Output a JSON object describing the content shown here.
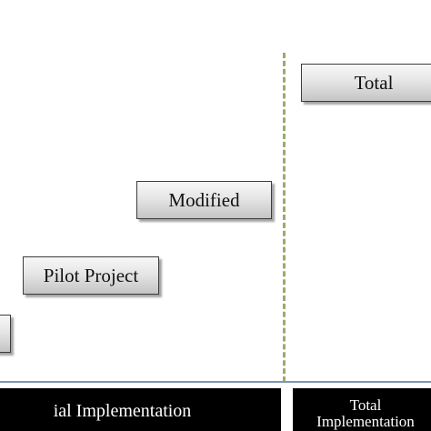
{
  "stages": {
    "pilot_label": "Pilot Project",
    "modified_label": "Modified",
    "total_label": "Total"
  },
  "phases": {
    "partial_label": "ial Implementation",
    "total_line1": "Total",
    "total_line2": "Implementation"
  },
  "colors": {
    "divider": "#9aab6e",
    "baseline": "#7f96b6",
    "phase_bar": "#000000",
    "box_fill": "#e0e0e0"
  }
}
